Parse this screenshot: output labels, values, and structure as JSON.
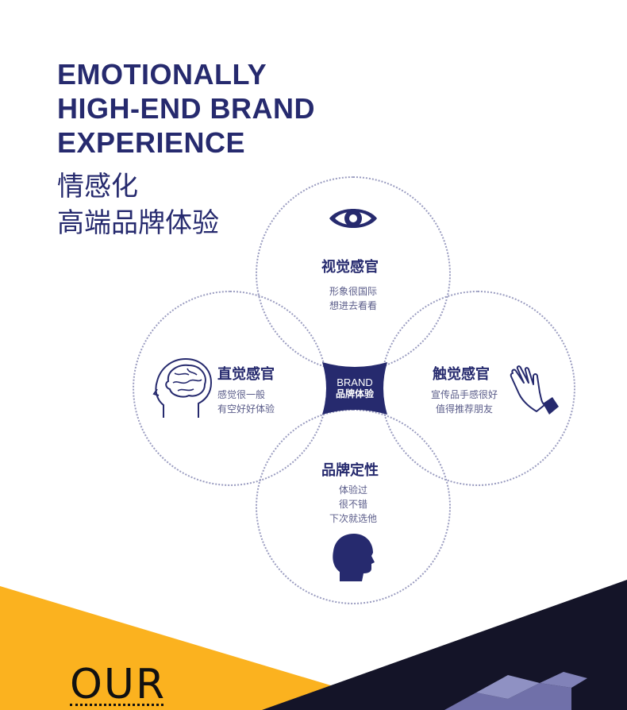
{
  "heading_en": [
    "EMOTIONALLY",
    "HIGH-END BRAND",
    "EXPERIENCE"
  ],
  "heading_zh": [
    "情感化",
    "高端品牌体验"
  ],
  "center_badge": {
    "en": "BRAND",
    "cn": "品牌体验"
  },
  "senses": {
    "visual": {
      "title": "视觉感官",
      "lines": [
        "形象很国际",
        "想进去看看"
      ],
      "icon": "eye-icon"
    },
    "intuition": {
      "title": "直觉感官",
      "lines": [
        "感觉很一般",
        "有空好好体验"
      ],
      "icon": "brain-head-icon"
    },
    "touch": {
      "title": "触觉感官",
      "lines": [
        "宣传品手感很好",
        "值得推荐朋友"
      ],
      "icon": "hand-icon"
    },
    "brand": {
      "title": "品牌定性",
      "lines": [
        "体验过",
        "很不错",
        "下次就选他"
      ],
      "icon": "head-silhouette-icon"
    }
  },
  "footer": {
    "heading": "OUR"
  },
  "colors": {
    "navy": "#262a6e",
    "yellow": "#fbb21f",
    "dark": "#141428",
    "dotted_circle": "#9a9cc0"
  }
}
